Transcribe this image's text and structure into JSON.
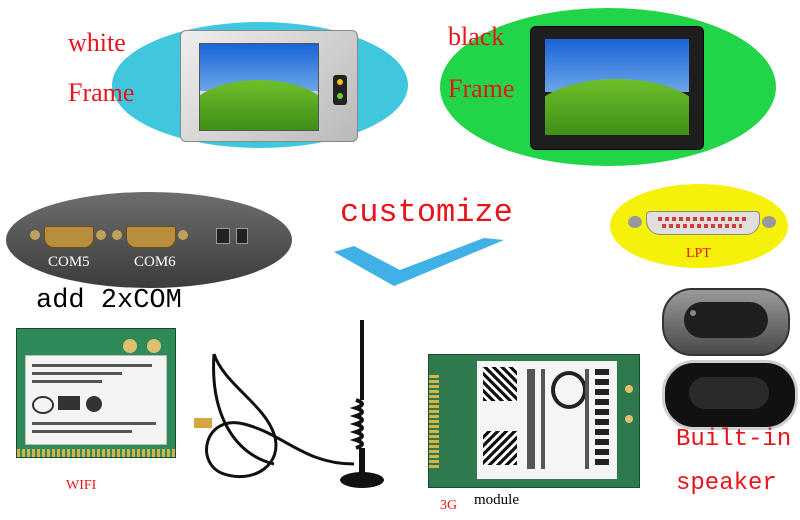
{
  "frames": {
    "white": {
      "line1": "white",
      "line2": "Frame"
    },
    "black": {
      "line1": "black",
      "line2": "Frame"
    }
  },
  "customize": "customize",
  "com": {
    "port1": "COM5",
    "port2": "COM6",
    "caption": "add 2xCOM"
  },
  "lpt": {
    "label": "LPT"
  },
  "wifi": {
    "label": "WIFI"
  },
  "module": {
    "label1": "3G",
    "label2": "module"
  },
  "speaker": {
    "line1": "Built-in",
    "line2": "speaker"
  },
  "colors": {
    "red_text": "#e8141c",
    "cyan_ellipse": "#3fc8df",
    "green_ellipse": "#23d44a",
    "yellow_ellipse": "#f6f10a",
    "arrow": "#3fb1e6"
  }
}
